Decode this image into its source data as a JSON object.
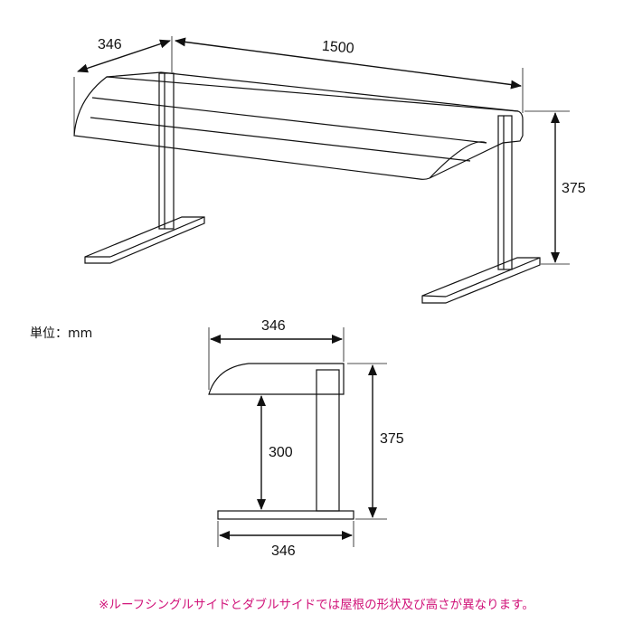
{
  "top_view": {
    "depth_label": "346",
    "width_label": "1500",
    "height_label": "375"
  },
  "side_view": {
    "top_depth_label": "346",
    "clearance_label": "300",
    "height_label": "375",
    "base_depth_label": "346"
  },
  "unit_label": "単位：mm",
  "footnote": "※ルーフシングルサイドとダブルサイドでは屋根の形状及び高さが異なります。",
  "colors": {
    "line": "#111111",
    "footnote": "#d1147a"
  }
}
